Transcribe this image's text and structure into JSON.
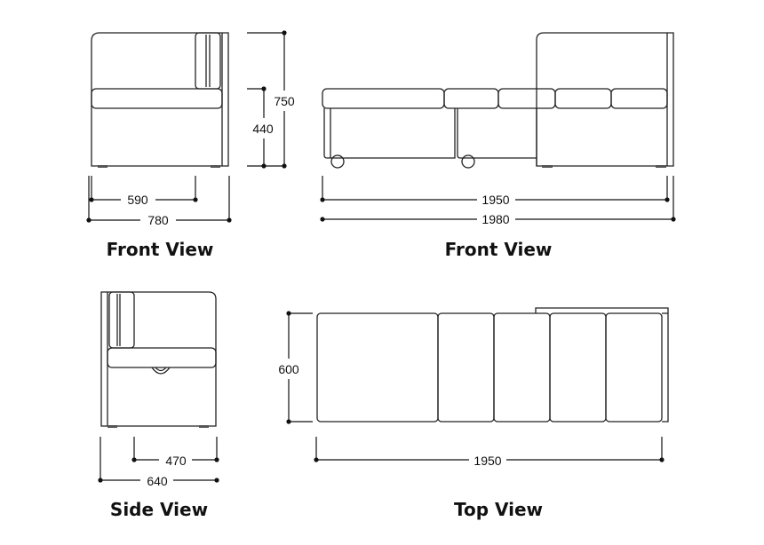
{
  "views": {
    "front_small": {
      "caption": "Front View",
      "dims": {
        "inner_width": "590",
        "outer_width": "780",
        "height": "750",
        "seat_height": "440"
      }
    },
    "front_large": {
      "caption": "Front View",
      "dims": {
        "inner_width": "1950",
        "outer_width": "1980"
      }
    },
    "side": {
      "caption": "Side View",
      "dims": {
        "inner_depth": "470",
        "outer_depth": "640"
      }
    },
    "top": {
      "caption": "Top View",
      "dims": {
        "depth": "600",
        "width": "1950"
      }
    }
  },
  "colors": {
    "line": "#222222",
    "text": "#111111",
    "background": "#ffffff"
  }
}
